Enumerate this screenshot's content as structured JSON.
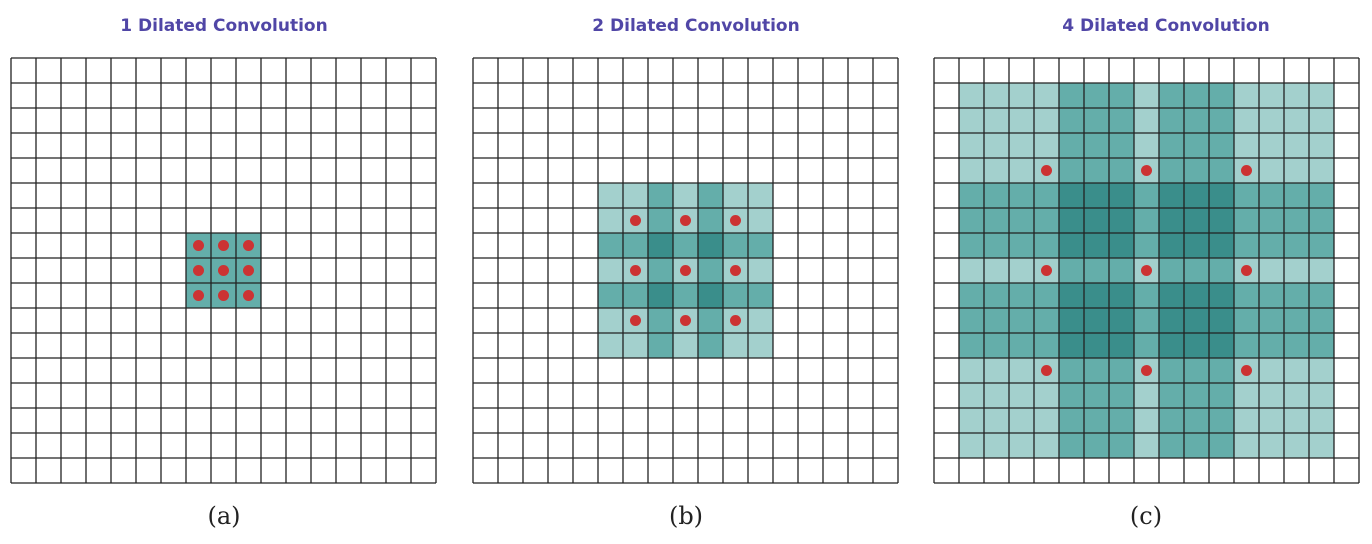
{
  "figure": {
    "grid_size": 17,
    "colors": {
      "light_fill": "#a3d0cd",
      "mid_fill": "#64aeaa",
      "dark_fill": "#3a8e8b",
      "dot": "#cc3333",
      "grid_line": "#222222",
      "title": "#5046a6"
    },
    "panels": [
      {
        "title": "1 Dilated Convolution",
        "caption": "(a)",
        "dilation": 1,
        "dot_color": "#cc3333"
      },
      {
        "title": "2 Dilated Convolution",
        "caption": "(b)",
        "dilation": 2,
        "dot_color": "#cc3333"
      },
      {
        "title": "4 Dilated Convolution",
        "caption": "(c)",
        "dilation": 4,
        "dot_color": "#cc3333"
      }
    ]
  }
}
